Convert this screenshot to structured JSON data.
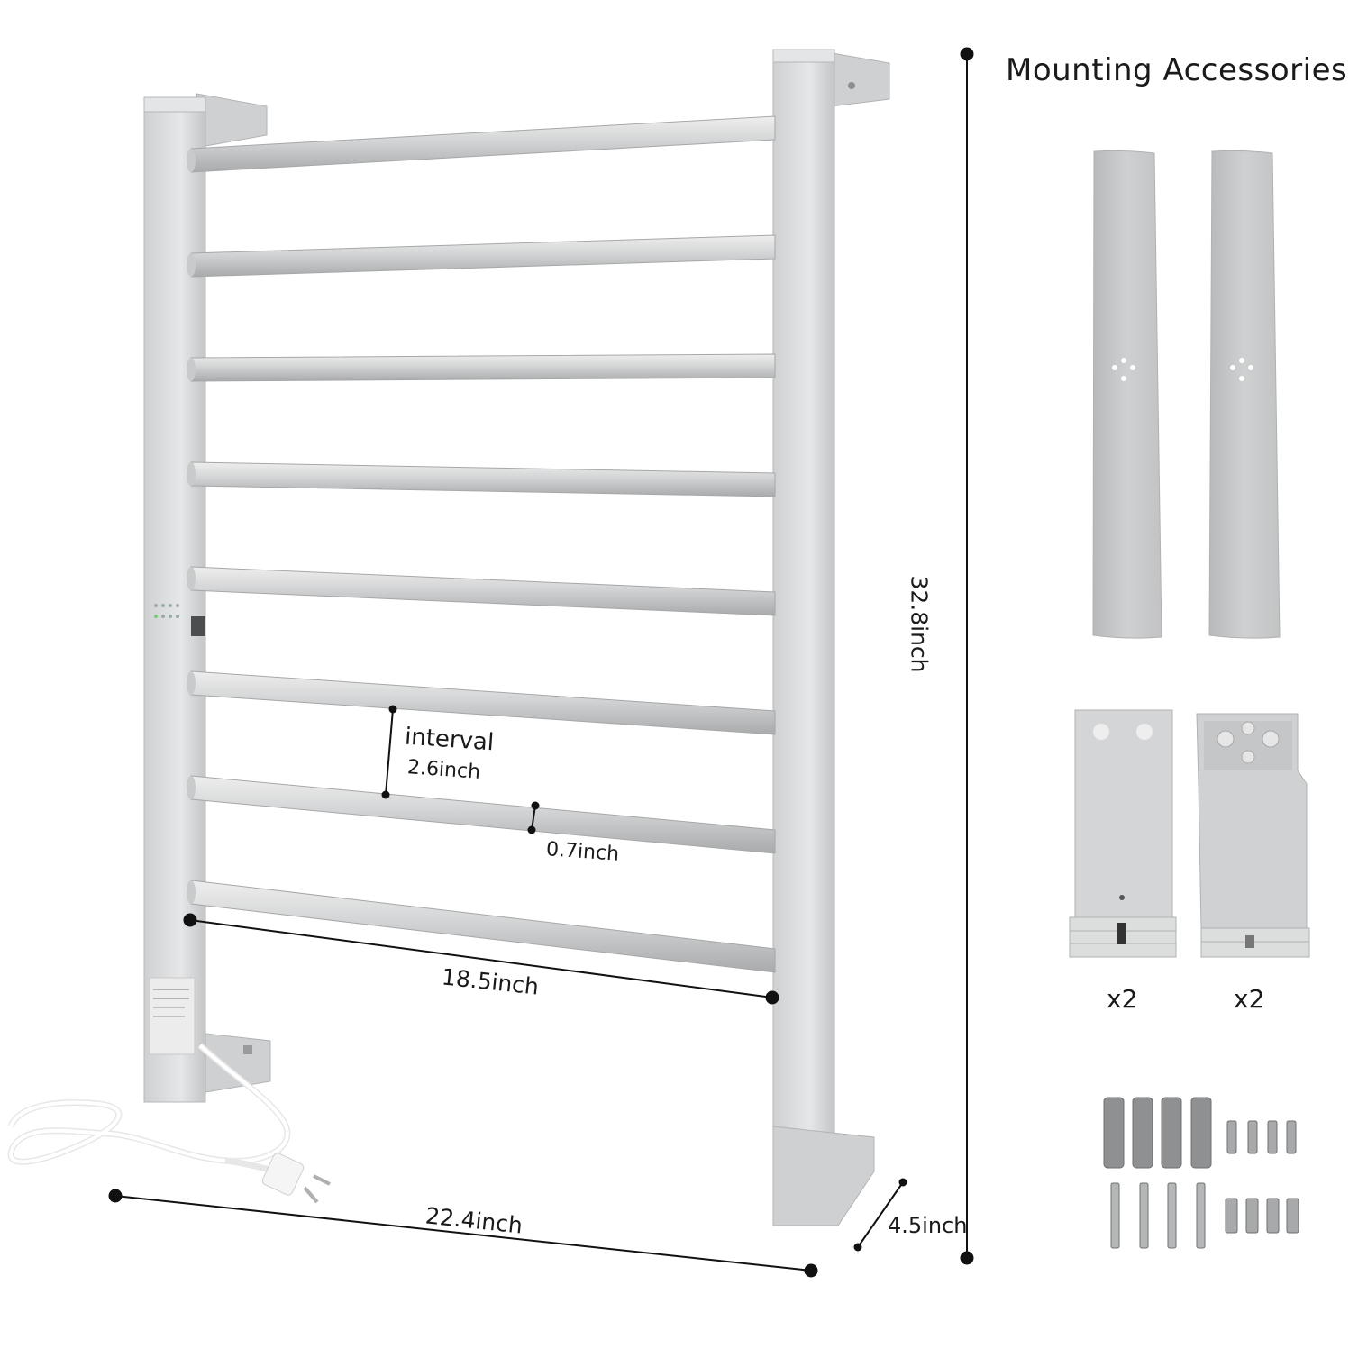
{
  "colors": {
    "frame": "#d9dadb",
    "frame_shadow": "#b9babb",
    "bar": "#d6d7d8",
    "bar_highlight": "#f3f3f3",
    "accessory": "#c6c7c8",
    "ink": "#111111",
    "cord": "#f4f4f4"
  },
  "accessories": {
    "title": "Mounting Accessories :",
    "bracket_count": "x2",
    "base_count": "x2"
  },
  "dimensions": {
    "height": "32.8inch",
    "width": "22.4inch",
    "depth": "4.5inch",
    "bar_length": "18.5inch",
    "interval_label": "interval",
    "interval_value": "2.6inch",
    "bar_diameter": "0.7inch"
  },
  "product": {
    "bar_count": 8
  }
}
